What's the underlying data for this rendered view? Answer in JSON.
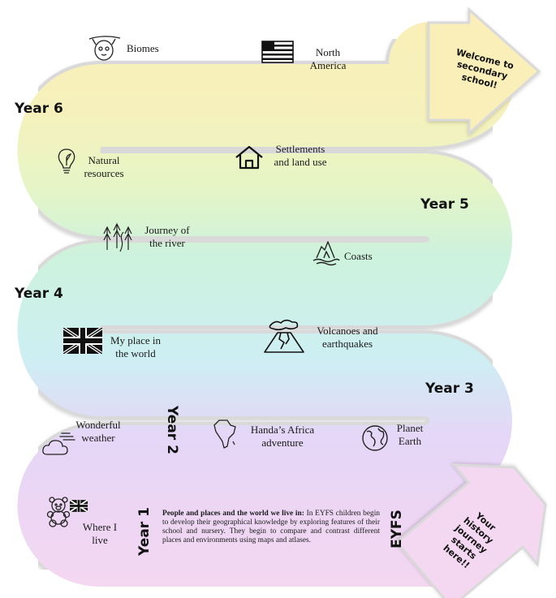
{
  "end_arrow": {
    "line1": "Welcome to",
    "line2": "secondary",
    "line3": "school!"
  },
  "start_arrow": {
    "line1": "Your",
    "line2": "history",
    "line3": "journey",
    "line4": "starts",
    "line5": "here!!"
  },
  "years": {
    "year6": "Year 6",
    "year5": "Year 5",
    "year4": "Year 4",
    "year3": "Year 3",
    "year2": "Year 2",
    "year1": "Year 1",
    "eyfs": "EYFS"
  },
  "topics": {
    "biomes": "Biomes",
    "north_america": {
      "l1": "North",
      "l2": "America"
    },
    "natural_resources": {
      "l1": "Natural",
      "l2": "resources"
    },
    "settlements": {
      "l1": "Settlements",
      "l2": "and land use"
    },
    "journey_river": {
      "l1": "Journey of",
      "l2": "the river"
    },
    "coasts": "Coasts",
    "my_place": {
      "l1": "My place in",
      "l2": "the world"
    },
    "volcanoes": {
      "l1": "Volcanoes and",
      "l2": "earthquakes"
    },
    "weather": {
      "l1": "Wonderful",
      "l2": "weather"
    },
    "handa": {
      "l1": "Handa’s Africa",
      "l2": "adventure"
    },
    "planet_earth": {
      "l1": "Planet",
      "l2": "Earth"
    },
    "where_i_live": {
      "l1": "Where I",
      "l2": "live"
    }
  },
  "eyfs_text": {
    "heading": "People and places and the world we live in:",
    "body": " In EYFS children begin to develop their geographical knowledge by exploring features of their school and nursery. They begin to compare and contrast different places and environments using maps and atlases."
  },
  "colors": {
    "yellow": "#faefb8",
    "lime": "#e6f5c6",
    "mint": "#cdf2dc",
    "cyan": "#cdeff3",
    "lavender": "#e5d6f7",
    "pink": "#f4d7f1",
    "outline": "#d9d9d9"
  },
  "icons": {
    "biomes": "sloth-icon",
    "north_america": "usa-flag-icon",
    "natural_resources": "lightbulb-leaf-icon",
    "settlements": "house-icon",
    "journey_river": "forest-river-icon",
    "coasts": "iceberg-icon",
    "my_place": "union-jack-icon",
    "volcanoes": "volcano-icon",
    "weather": "cloud-wind-icon",
    "handa": "africa-map-icon",
    "planet_earth": "globe-icon",
    "where_i_live": "teddy-bear-icon"
  }
}
